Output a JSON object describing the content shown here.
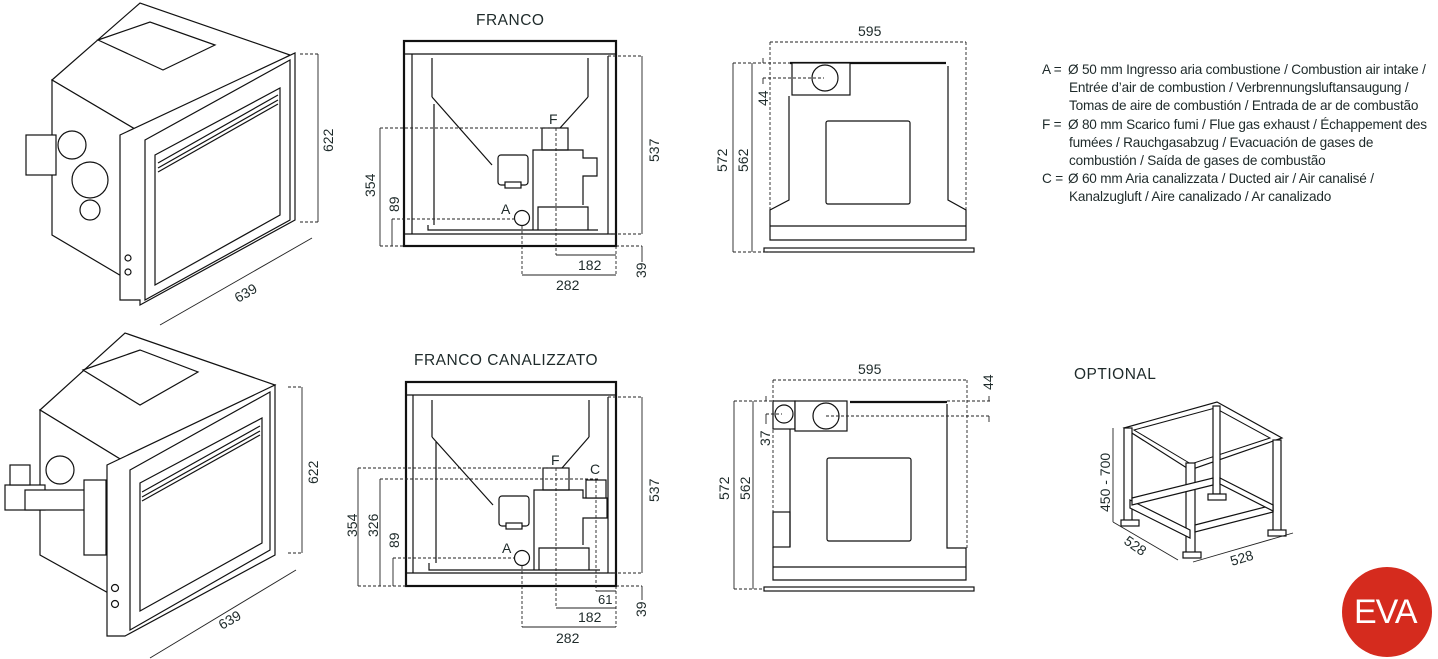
{
  "titles": {
    "franco": "FRANCO",
    "franco_canalizzato": "FRANCO CANALIZZATO",
    "optional": "OPTIONAL"
  },
  "legend": [
    {
      "key": "A =",
      "text": "Ø 50 mm  Ingresso aria combustione / Combustion air intake / Entrée d’air de combustion / Verbrennungsluftansaugung / Tomas de aire de combustión / Entrada de ar de combustão"
    },
    {
      "key": "F =",
      "text": "Ø 80 mm  Scarico fumi / Flue gas exhaust / Échappement des fumées / Rauchgasabzug / Evacuación de gases de combustión / Saída de gases de combustão"
    },
    {
      "key": "C =",
      "text": "Ø 60 mm Aria canalizzata / Ducted air / Air canalisé / Kanalzugluft / Aire canalizado / Ar canalizado"
    }
  ],
  "iso_views": [
    {
      "height": "622",
      "depth": "639"
    },
    {
      "height": "622",
      "depth": "639"
    }
  ],
  "franco_front": {
    "labels": {
      "F": "F",
      "A": "A"
    },
    "dims": {
      "h354": "354",
      "h89": "89",
      "h537": "537",
      "w182": "182",
      "w282": "282",
      "h39": "39"
    }
  },
  "franco_canalizzato_front": {
    "labels": {
      "F": "F",
      "A": "A",
      "C": "C"
    },
    "dims": {
      "h354": "354",
      "h326": "326",
      "h89": "89",
      "h537": "537",
      "w61": "61",
      "w182": "182",
      "w282": "282",
      "h39": "39"
    }
  },
  "franco_top": {
    "dims": {
      "w595": "595",
      "d44": "44",
      "d572": "572",
      "d562": "562"
    }
  },
  "franco_canalizzato_top": {
    "dims": {
      "w595": "595",
      "d44": "44",
      "d37": "37",
      "d572": "572",
      "d562": "562"
    }
  },
  "optional_stand": {
    "height": "450 - 700",
    "depth": "528",
    "width": "528"
  },
  "logo": {
    "text": "EVA",
    "color": "#d52b1e"
  }
}
